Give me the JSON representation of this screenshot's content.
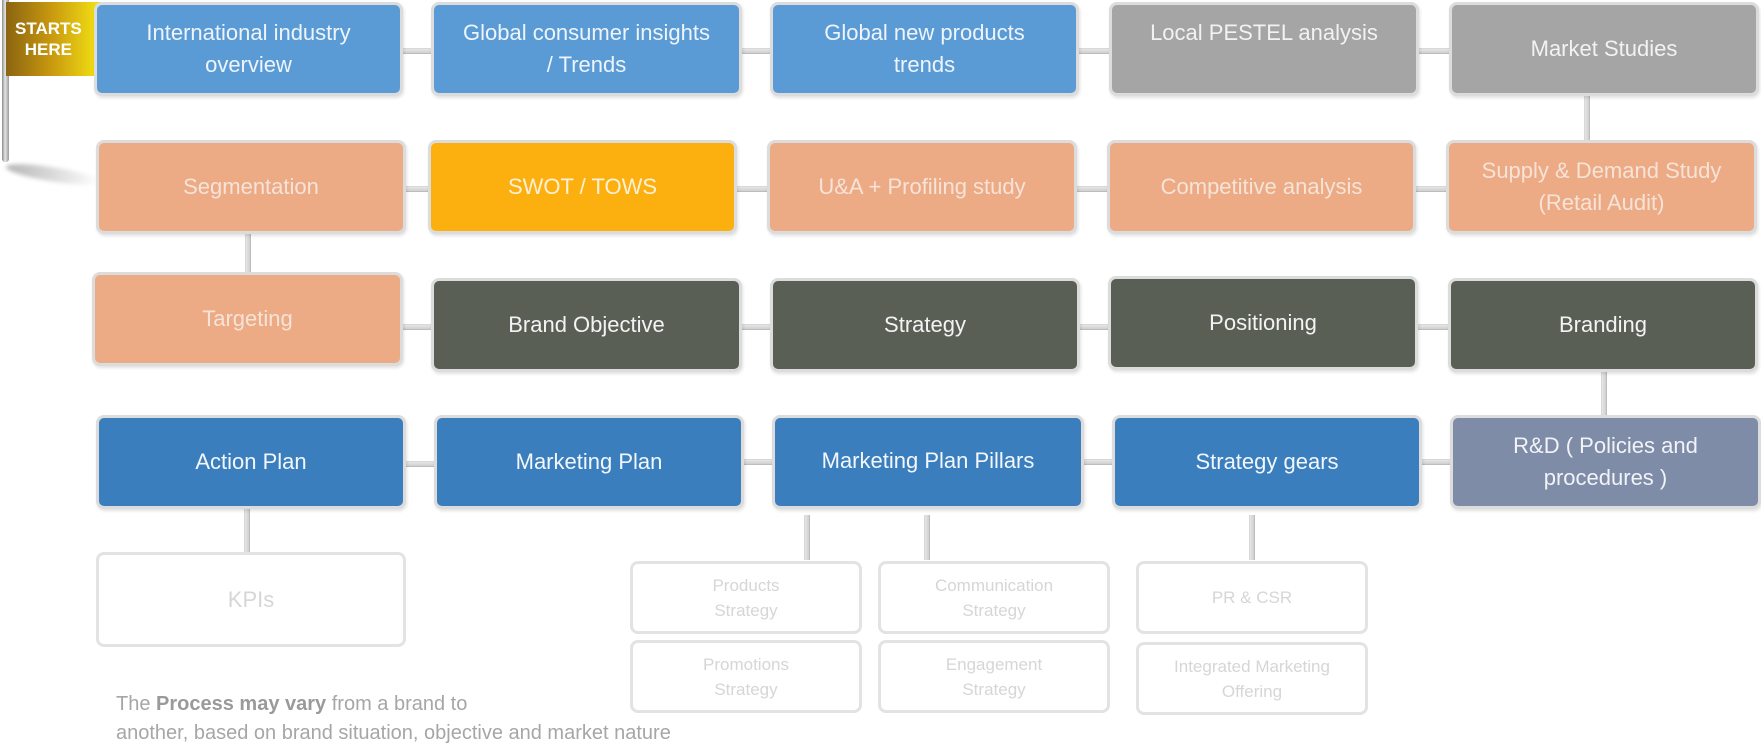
{
  "flag": {
    "label": "STARTS\nHERE",
    "color": "#f0dc14"
  },
  "colors": {
    "global_research": "#5b9bd5",
    "local_research": "#a5a5a5",
    "analysis": "#ecab85",
    "highlight": "#fbb010",
    "strategy": "#5a5f56",
    "planning": "#3b7ebd",
    "rnd": "#7f8ca8",
    "outcomes": "#ffffff"
  },
  "rows": [
    {
      "name": "research",
      "boxes": [
        {
          "id": "intl-industry",
          "label": "International industry\noverview"
        },
        {
          "id": "consumer-insights",
          "label": "Global consumer insights\n/ Trends"
        },
        {
          "id": "new-products",
          "label": "Global new products\ntrends"
        },
        {
          "id": "pestel",
          "label": "Local PESTEL analysis"
        },
        {
          "id": "market-studies",
          "label": "Market Studies"
        }
      ]
    },
    {
      "name": "analysis",
      "boxes": [
        {
          "id": "segmentation",
          "label": "Segmentation"
        },
        {
          "id": "swot",
          "label": "SWOT / TOWS"
        },
        {
          "id": "ua-profiling",
          "label": "U&A + Profiling study"
        },
        {
          "id": "competitive",
          "label": "Competitive analysis"
        },
        {
          "id": "supply-demand",
          "label": "Supply & Demand Study\n(Retail Audit)"
        }
      ]
    },
    {
      "name": "strategy",
      "boxes": [
        {
          "id": "targeting",
          "label": "Targeting"
        },
        {
          "id": "brand-objective",
          "label": "Brand Objective"
        },
        {
          "id": "strategy",
          "label": "Strategy"
        },
        {
          "id": "positioning",
          "label": "Positioning"
        },
        {
          "id": "branding",
          "label": "Branding"
        }
      ]
    },
    {
      "name": "planning",
      "boxes": [
        {
          "id": "action-plan",
          "label": "Action Plan"
        },
        {
          "id": "marketing-plan",
          "label": "Marketing Plan"
        },
        {
          "id": "plan-pillars",
          "label": "Marketing Plan Pillars"
        },
        {
          "id": "strategy-gears",
          "label": "Strategy gears"
        },
        {
          "id": "rnd",
          "label": "R&D ( Policies and\nprocedures )"
        }
      ]
    }
  ],
  "outputs": [
    {
      "id": "kpis",
      "label": "KPIs"
    },
    {
      "id": "products-strategy",
      "label": "Products\nStrategy"
    },
    {
      "id": "promotions-strategy",
      "label": "Promotions\nStrategy"
    },
    {
      "id": "communication-strategy",
      "label": "Communication\nStrategy"
    },
    {
      "id": "engagement-strategy",
      "label": "Engagement\nStrategy"
    },
    {
      "id": "pr-csr",
      "label": "PR & CSR\n "
    },
    {
      "id": "integrated-offering",
      "label": "Integrated Marketing\nOffering"
    }
  ],
  "note": {
    "prefix": "The ",
    "bold": "Process may vary",
    "suffix": " from a brand to",
    "line2": "another, based on brand situation, objective and market nature"
  }
}
